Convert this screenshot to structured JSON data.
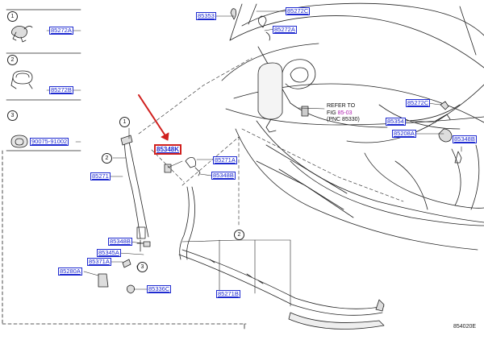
{
  "legend": [
    {
      "num": "1",
      "part": "85272A"
    },
    {
      "num": "2",
      "part": "85272B"
    },
    {
      "num": "3",
      "part": "90075-91002"
    }
  ],
  "callouts": {
    "c1": "1",
    "c2": "2",
    "c3": "3",
    "c2b": "2"
  },
  "parts": {
    "p85353": "85353",
    "p85272C_top": "85272C",
    "p85272A_top": "85272A",
    "p85272C": "85272C",
    "p85354": "85354",
    "p85208A": "85208A",
    "p85348B_right": "85348B",
    "p85348K": "85348K",
    "p85271A": "85271A",
    "p85348B_mid": "85348B",
    "p85271": "85271",
    "p85348B_low": "85348B",
    "p85345A": "85345A",
    "p85371A": "85371A",
    "p85280A": "85280A",
    "p85336C": "85336C",
    "p85271B": "85271B"
  },
  "reference_note": {
    "line1": "REFER TO",
    "line2_prefix": "FIG ",
    "line2_link": "85-03",
    "line3": "(PNC 85330)"
  },
  "figure_code": "854020E",
  "colors": {
    "label_blue": "#1f2bd0",
    "highlight_red": "#d0201e",
    "link_purple": "#b020b0",
    "line": "#222222"
  },
  "icons": [
    "pointer-arrow-icon"
  ]
}
